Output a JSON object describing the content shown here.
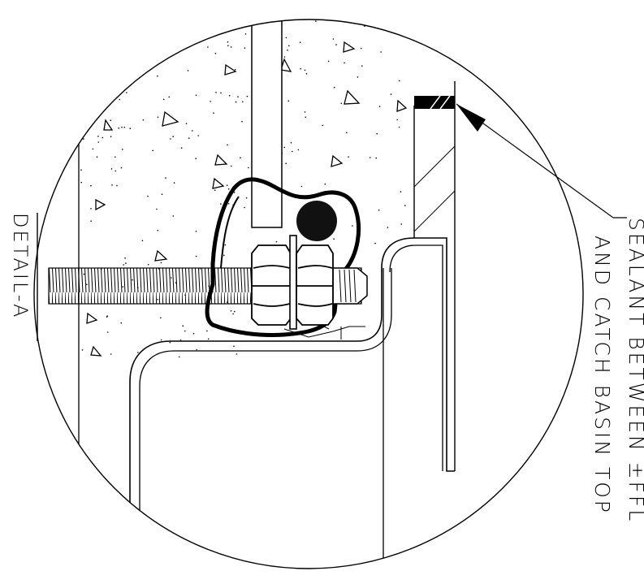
{
  "detail": {
    "title": "DETAIL-A",
    "callout_line1": "SEALANT BETWEEN ±FFL",
    "callout_line2": "AND CATCH BASIN TOP"
  },
  "colors": {
    "line": "#000000",
    "background": "#ffffff"
  }
}
